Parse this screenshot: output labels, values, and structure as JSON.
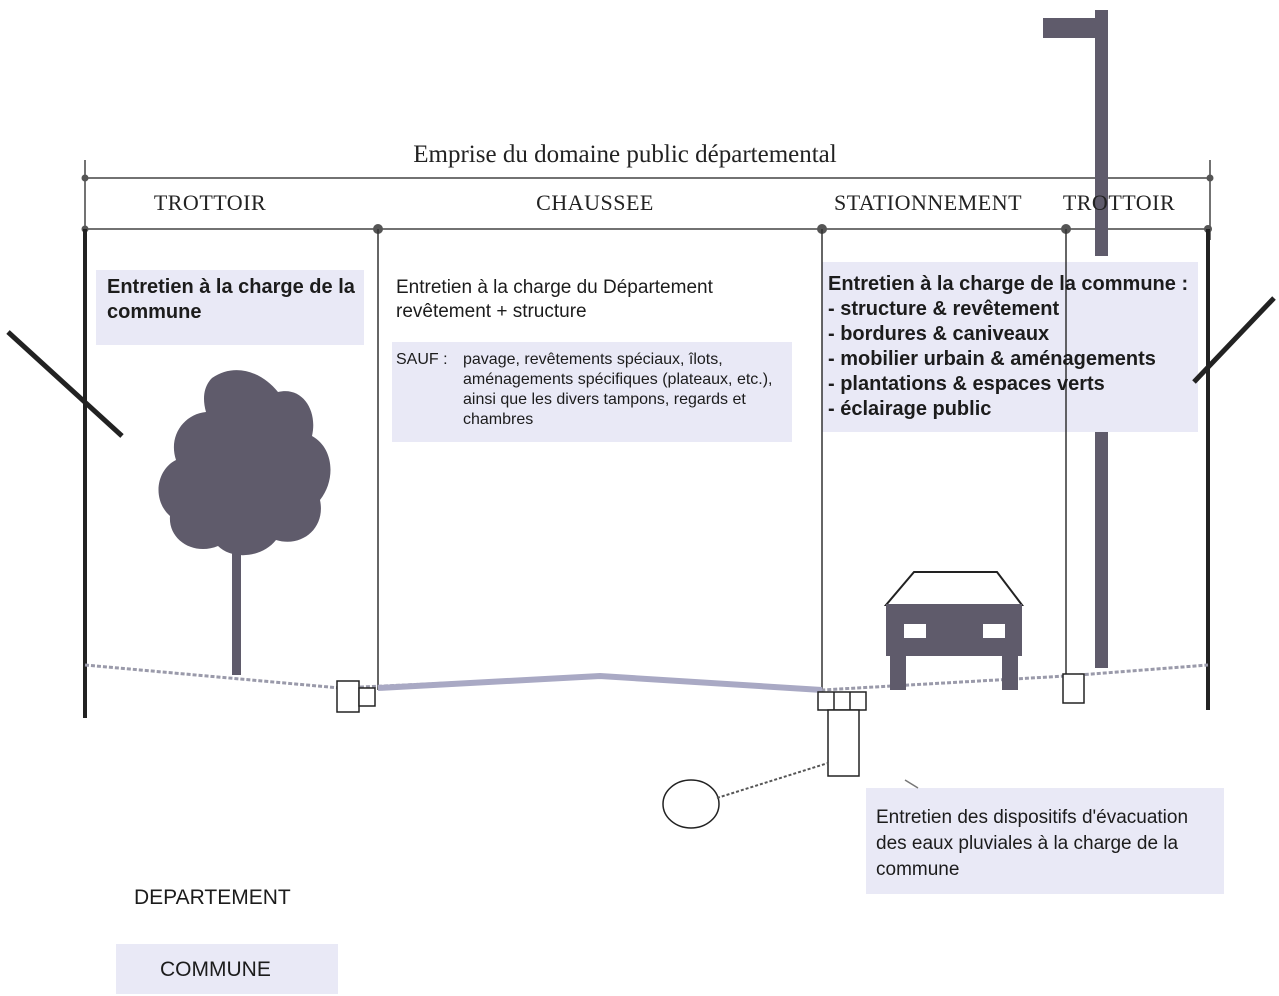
{
  "title": "Emprise du domaine public départemental",
  "zones": {
    "trottoir_left": "TROTTOIR",
    "chaussee": "CHAUSSEE",
    "stationnement": "STATIONNEMENT",
    "trottoir_right": "TROTTOIR"
  },
  "notes": {
    "trottoir": "Entretien à la charge de la commune",
    "chaussee": "Entretien à la charge du Département revêtement + structure",
    "sauf_label": "SAUF :",
    "sauf_text": "pavage, revêtements spéciaux, îlots, aménagements spécifiques (plateaux, etc.), ainsi que les divers tampons, regards et chambres",
    "stationnement_title": "Entretien à la charge de la commune :",
    "stationnement_items": [
      "- structure & revêtement",
      "- bordures & caniveaux",
      "- mobilier urbain & aménagements",
      "- plantations & espaces verts",
      "- éclairage public"
    ],
    "evacuation": "Entretien des dispositifs d'évacuation des eaux pluviales à la charge de la commune"
  },
  "legend": {
    "departement": "DEPARTEMENT",
    "commune": "COMMUNE"
  },
  "colors": {
    "commune_tint": "#e9e9f6",
    "object_fill": "#5f5b6b",
    "line": "#333333"
  },
  "icons": [
    "tree-icon",
    "car-icon",
    "street-lamp-icon",
    "drain-manhole-icon",
    "fence-post-icon"
  ]
}
